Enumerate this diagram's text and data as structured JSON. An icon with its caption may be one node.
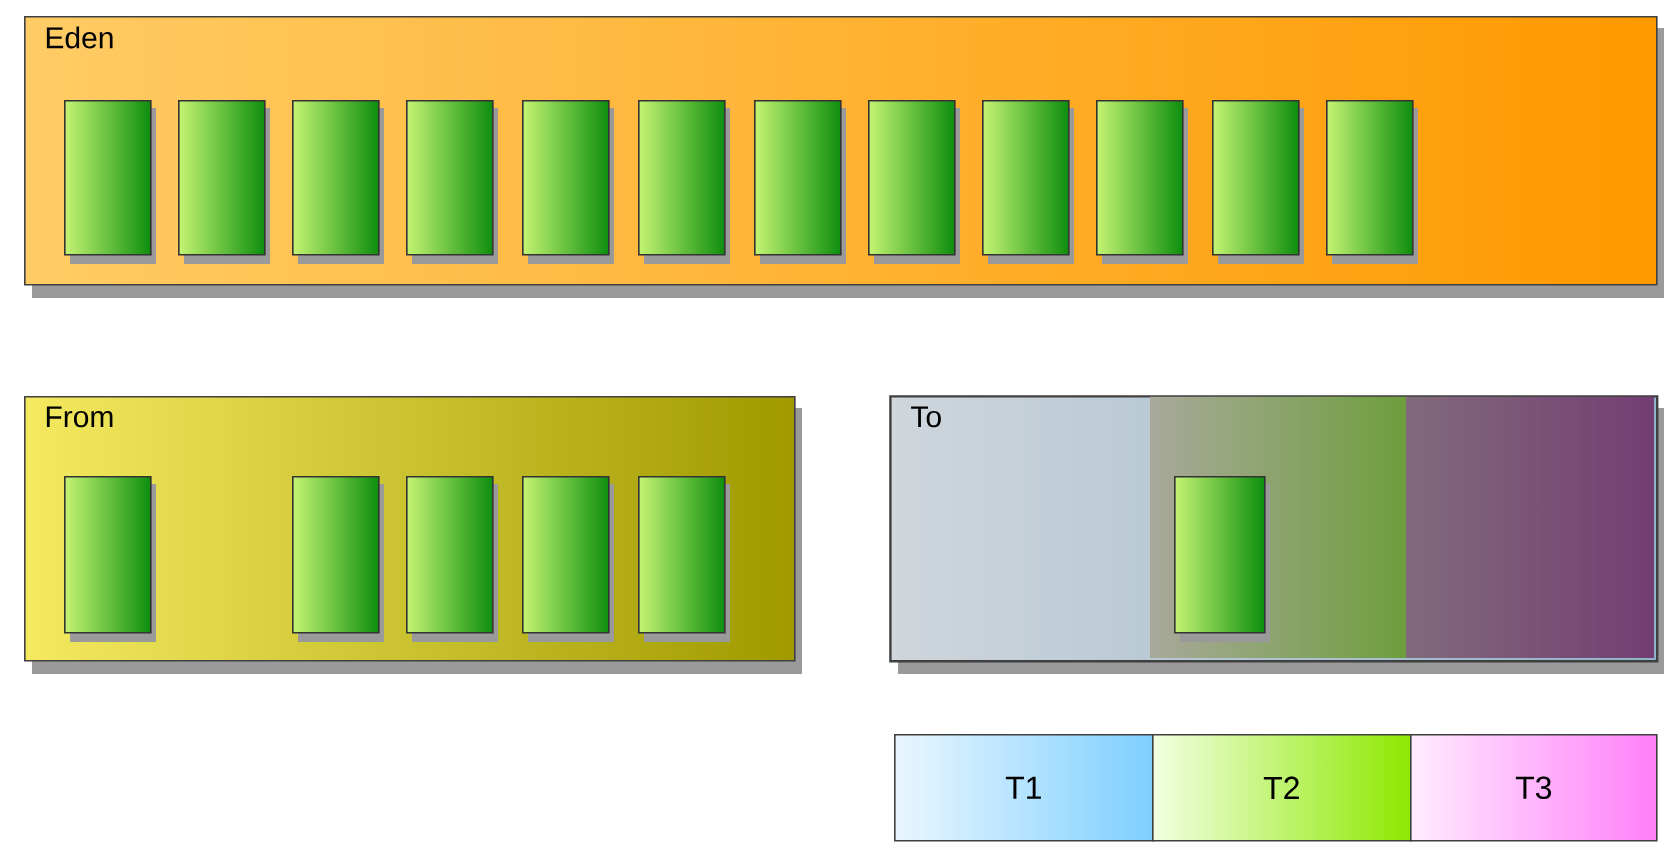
{
  "diagram": {
    "nodes": [
      {
        "text": [
          "Eden"
        ]
      },
      {
        "text": [],
        "shape": "box",
        "in": 0
      },
      {
        "text": [],
        "shape": "box",
        "in": 0
      },
      {
        "text": [],
        "shape": "box",
        "in": 0
      },
      {
        "text": [],
        "shape": "box",
        "in": 0
      },
      {
        "text": [],
        "shape": "box",
        "in": 0
      },
      {
        "text": [],
        "shape": "box",
        "in": 0
      },
      {
        "text": [],
        "shape": "box",
        "in": 0
      },
      {
        "text": [],
        "shape": "box",
        "in": 0
      },
      {
        "text": [],
        "shape": "box",
        "in": 0
      },
      {
        "text": [],
        "shape": "box",
        "in": 0
      },
      {
        "text": [],
        "shape": "box",
        "in": 0
      },
      {
        "text": [],
        "shape": "box",
        "in": 0
      },
      {
        "text": [
          "From"
        ]
      },
      {
        "text": [],
        "shape": "box",
        "in": 13
      },
      {
        "text": [],
        "shape": "box",
        "in": 13
      },
      {
        "text": [],
        "shape": "box",
        "in": 13
      },
      {
        "text": [],
        "shape": "box",
        "in": 13
      },
      {
        "text": [],
        "shape": "box",
        "in": 13
      },
      {
        "text": [
          "To"
        ]
      },
      {
        "text": [],
        "shape": "box",
        "in": 19
      },
      {
        "text": [
          "T1"
        ]
      },
      {
        "text": [
          "T2"
        ]
      },
      {
        "text": [
          "T3"
        ]
      }
    ]
  }
}
